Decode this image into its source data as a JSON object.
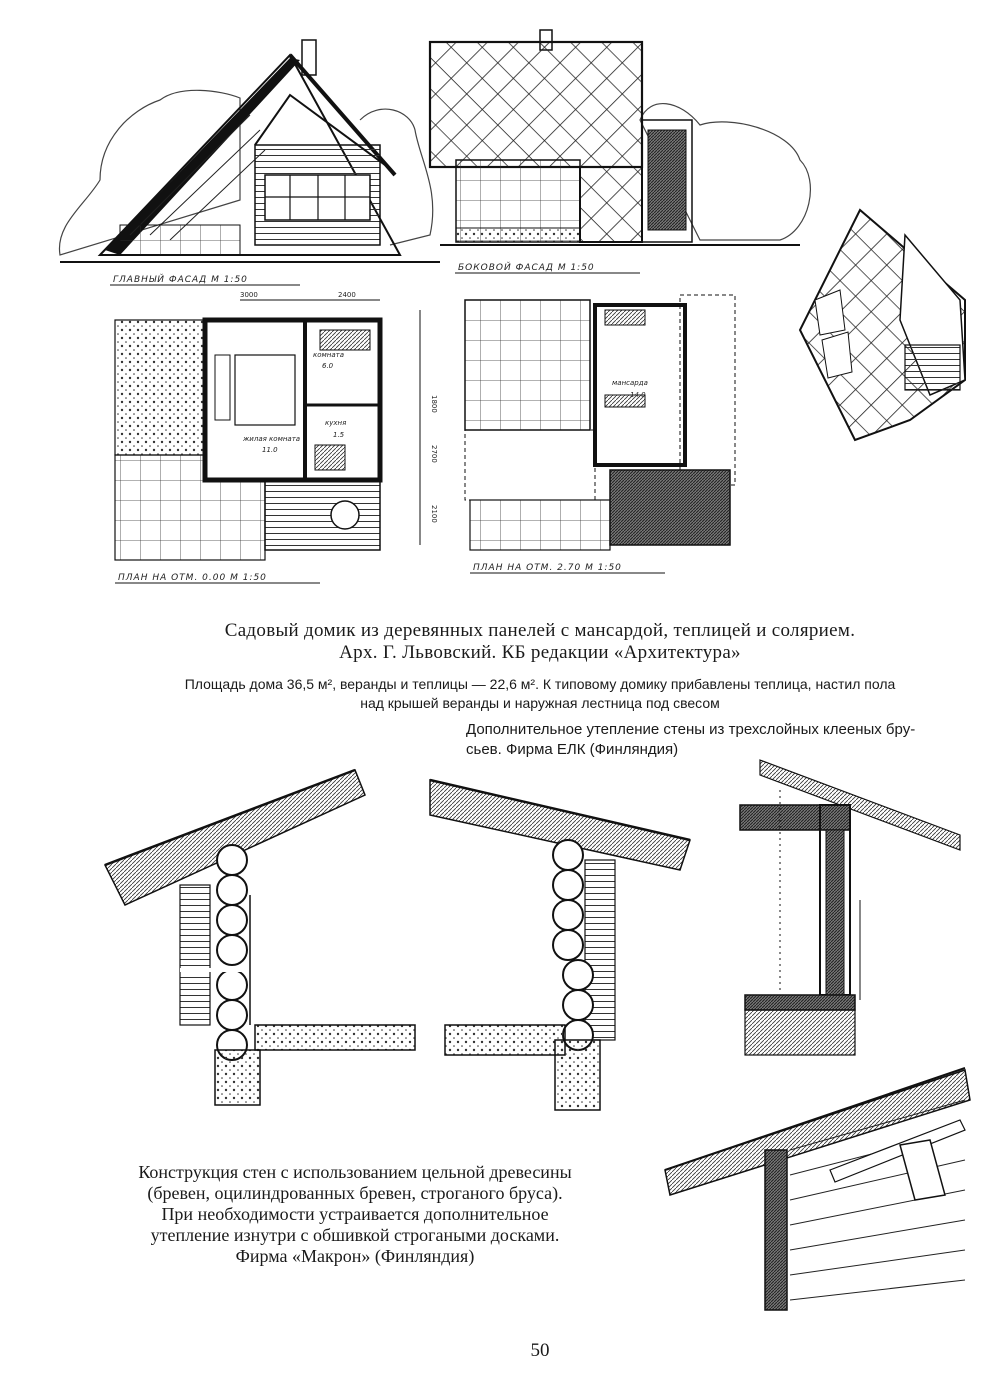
{
  "drawing_labels": {
    "main_facade": "главный фасад м 1:50",
    "side_facade": "боковой фасад м 1:50",
    "plan_ground": "план на отм. 0.00 м 1:50",
    "plan_attic": "план на отм. 2.70 м 1:50"
  },
  "dimensions": {
    "d3000": "3000",
    "d2400": "2400",
    "d1800": "1800",
    "d2700": "2700",
    "d2100": "2100"
  },
  "rooms": {
    "living_name": "жилая комната",
    "living_area": "11.0",
    "room2_name": "комната",
    "room2_area": "6.0",
    "kitchen_name": "кухня",
    "kitchen_area": "1.5",
    "attic_name": "мансарда",
    "attic_area": "14.0"
  },
  "caption_main": {
    "line1": "Садовый домик из деревянных панелей с мансардой, теплицей и солярием.",
    "line2": "Арх. Г. Львовский. КБ редакции «Архитектура»"
  },
  "caption_small": {
    "line1": "Площадь дома 36,5 м², веранды и теплицы — 22,6 м². К типовому домику прибавлены теплица, настил пола",
    "line2": "над крышей веранды и наружная лестница под свесом"
  },
  "caption_elk": {
    "line1": "Дополнительное утепление стены из трехслойных клееных бру-",
    "line2": "сьев. Фирма ЕЛК (Финляндия)"
  },
  "caption_makron": {
    "line1": "Конструкция стен с использованием цельной древесины",
    "line2": "(бревен, оцилиндрованных бревен, строганого бруса).",
    "line3": "При необходимости устраивается дополнительное",
    "line4": "утепление изнутри с обшивкой строгаными досками.",
    "line5": "Фирма «Макрон» (Финляндия)"
  },
  "page_number": "50"
}
